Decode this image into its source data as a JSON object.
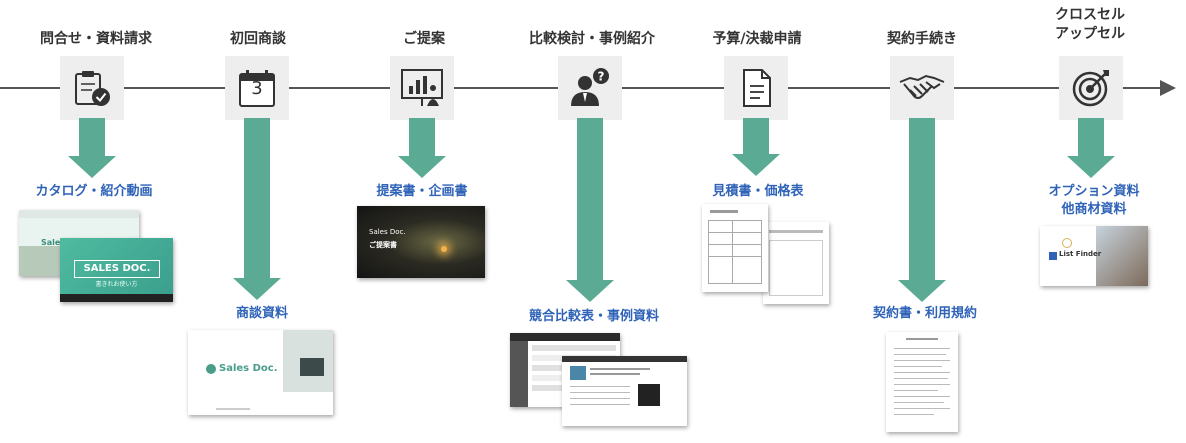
{
  "stages": [
    {
      "label": "問合せ・資料請求",
      "icon": "clipboard-check-icon"
    },
    {
      "label": "初回商談",
      "icon": "calendar-icon",
      "calendar_day": "3"
    },
    {
      "label": "ご提案",
      "icon": "presentation-icon"
    },
    {
      "label": "比較検討・事例紹介",
      "icon": "person-question-icon"
    },
    {
      "label": "予算/決裁申請",
      "icon": "document-icon"
    },
    {
      "label": "契約手続き",
      "icon": "handshake-icon"
    },
    {
      "label": "クロスセル\nアップセル",
      "icon": "target-icon"
    }
  ],
  "materials": [
    {
      "label": "カタログ・紹介動画"
    },
    {
      "label": "商談資料"
    },
    {
      "label": "提案書・企画書"
    },
    {
      "label": "競合比較表・事例資料"
    },
    {
      "label": "見積書・価格表"
    },
    {
      "label": "契約書・利用規約"
    },
    {
      "label": "オプション資料\n他商材資料"
    }
  ],
  "thumbnails": {
    "catalog_front": "SALES DOC.",
    "catalog_sub": "書きれお使い方",
    "sales_doc_logo": "Sales Doc.",
    "proposal_logo": "Sales Doc.",
    "proposal_title": "ご提案書",
    "list_finder_logo": "List Finder"
  },
  "colors": {
    "arrow": "#5bab94",
    "material_label": "#2f63b8",
    "timeline": "#555555",
    "icon_box": "#eeeeee"
  }
}
